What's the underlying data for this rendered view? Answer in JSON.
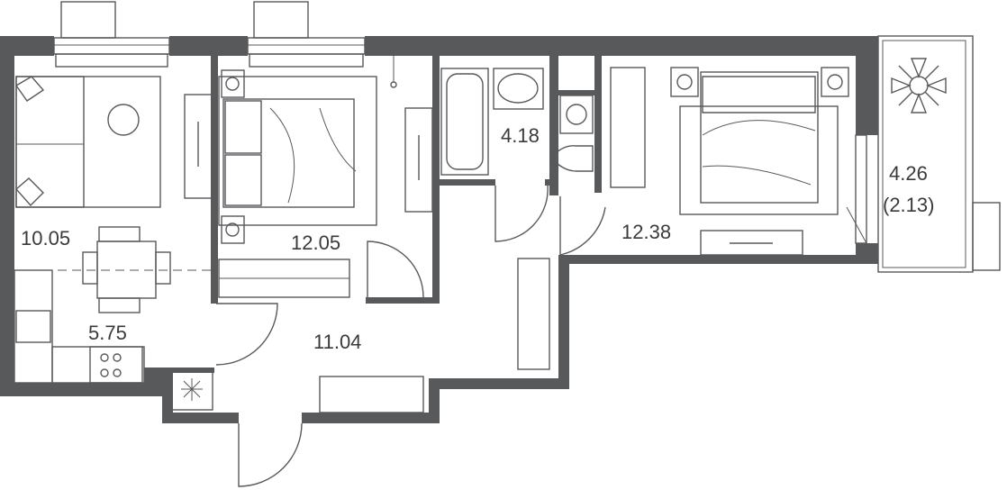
{
  "plan": {
    "rooms": [
      {
        "id": "living",
        "area": "10.05"
      },
      {
        "id": "bedroom-1",
        "area": "12.05"
      },
      {
        "id": "kitchen",
        "area": "5.75"
      },
      {
        "id": "hallway",
        "area": "11.04"
      },
      {
        "id": "bathroom",
        "area": "4.18"
      },
      {
        "id": "bedroom-2",
        "area": "12.38"
      },
      {
        "id": "balcony",
        "area": "4.26",
        "reduced_area": "(2.13)"
      }
    ],
    "colors": {
      "wall": "#58595b",
      "background": "#ffffff"
    }
  }
}
